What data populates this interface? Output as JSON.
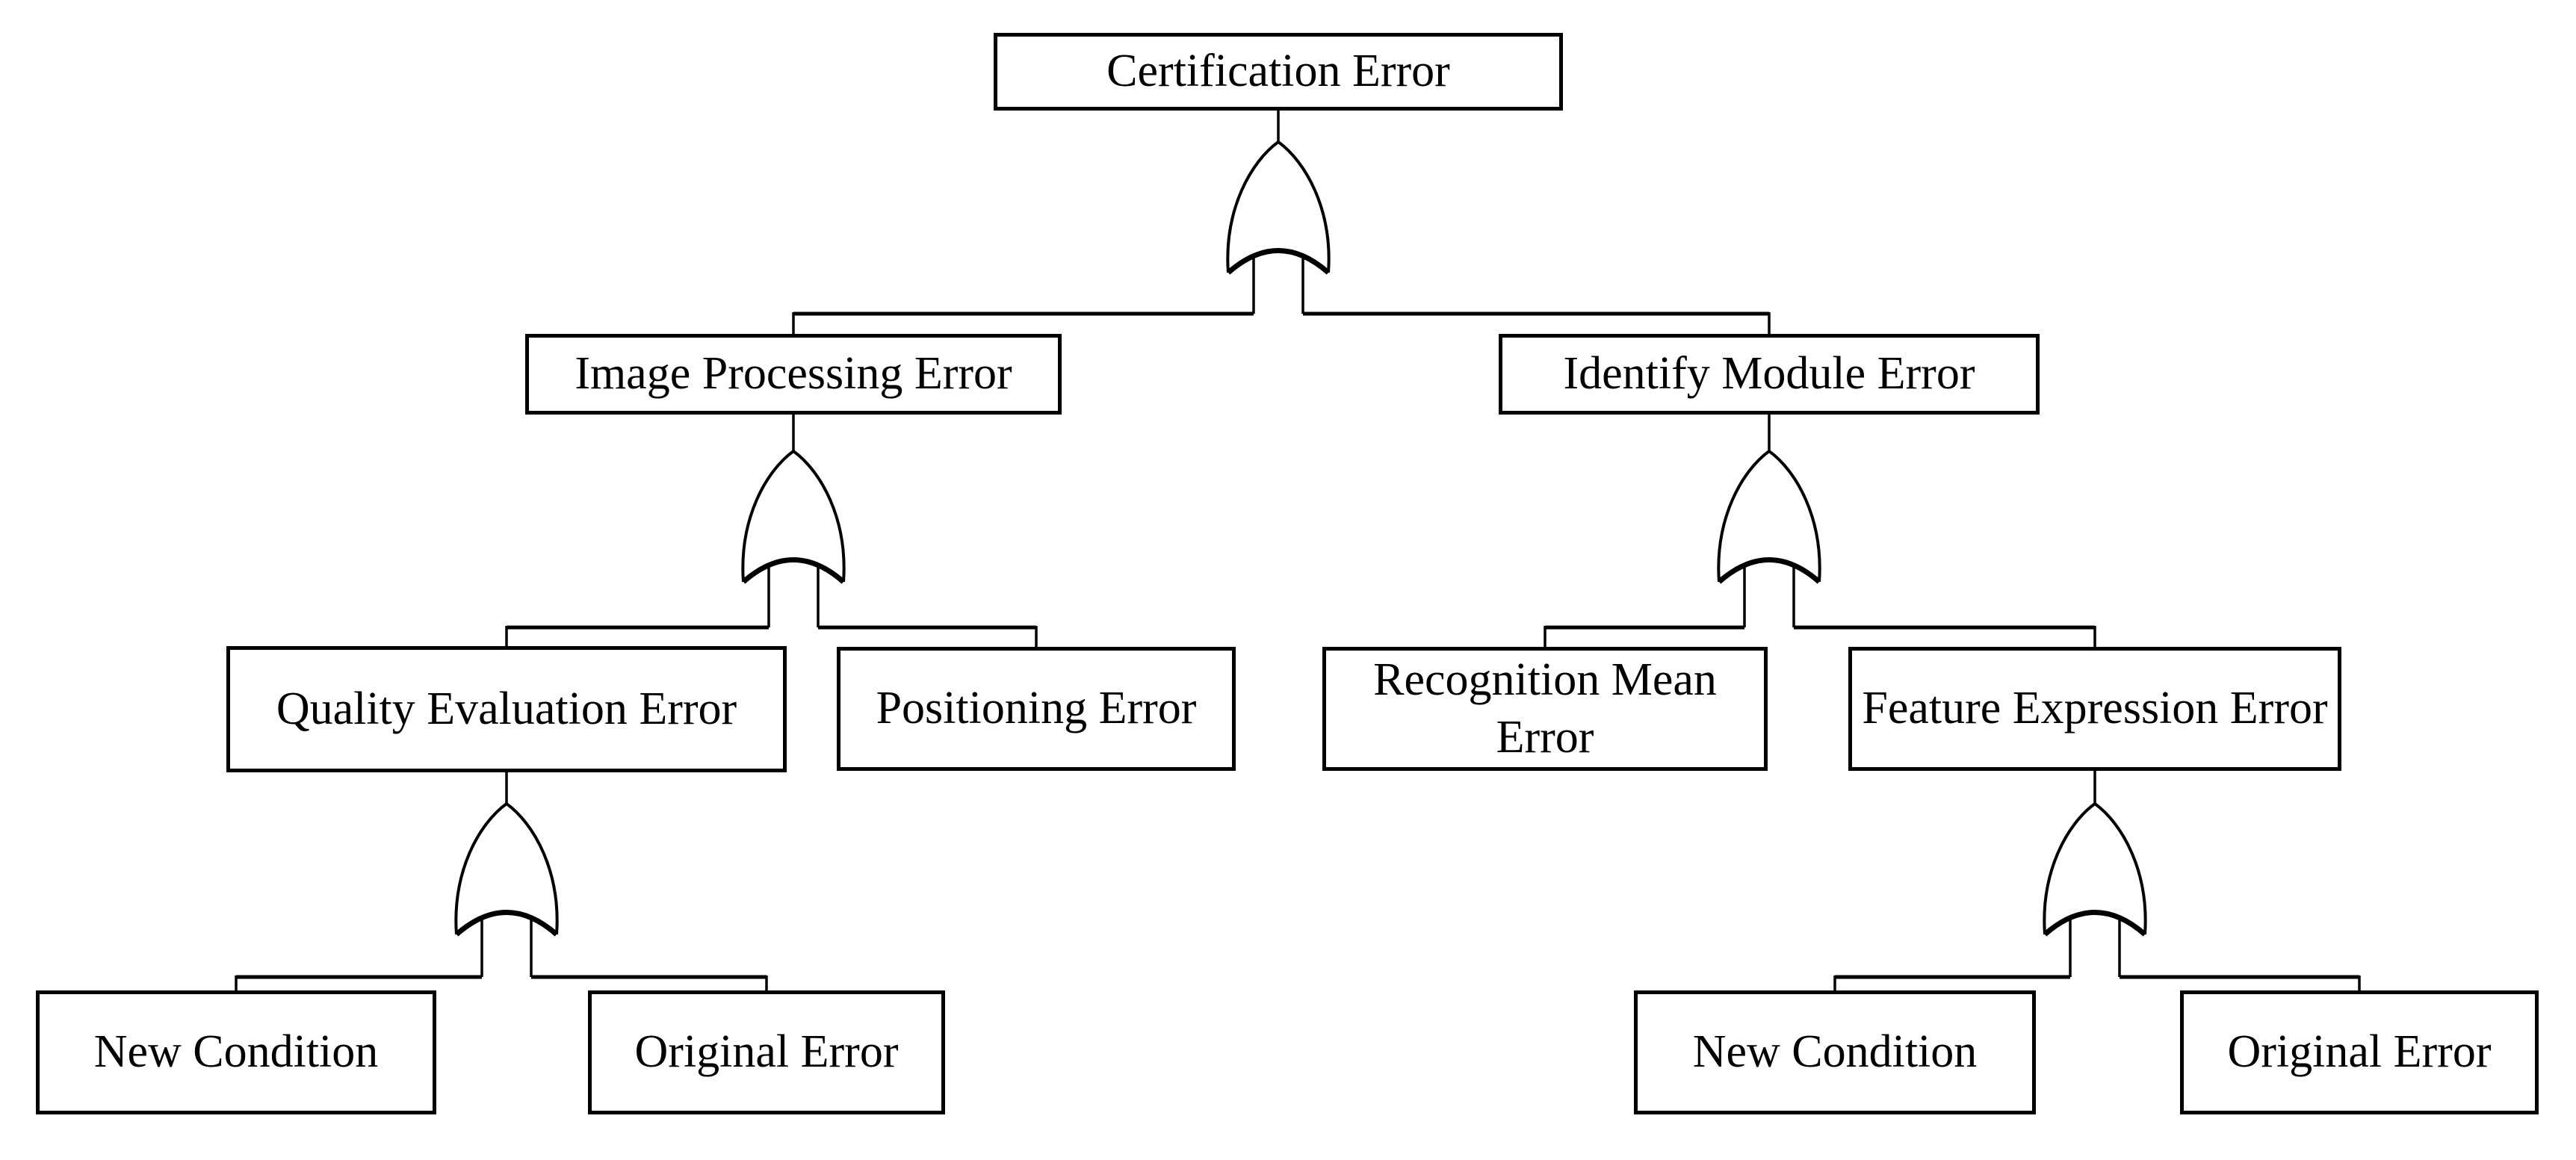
{
  "diagram": {
    "type": "fault-tree",
    "background_color": "#ffffff",
    "line_color": "#000000",
    "gate_symbol": "or-gate",
    "nodes": {
      "certification": {
        "label": "Certification Error"
      },
      "image_processing": {
        "label": "Image Processing Error"
      },
      "identify_module": {
        "label": "Identify Module Error"
      },
      "quality_evaluation": {
        "label": "Quality Evaluation Error"
      },
      "positioning": {
        "label": "Positioning Error"
      },
      "recognition_mean": {
        "label": "Recognition Mean\nError"
      },
      "feature_expression": {
        "label": "Feature Expression Error"
      },
      "new_condition_left": {
        "label": "New Condition"
      },
      "original_error_left": {
        "label": "Original Error"
      },
      "new_condition_right": {
        "label": "New Condition"
      },
      "original_error_right": {
        "label": "Original Error"
      }
    },
    "structure": [
      {
        "parent": "certification",
        "gate": "OR",
        "children": [
          "image_processing",
          "identify_module"
        ]
      },
      {
        "parent": "image_processing",
        "gate": "OR",
        "children": [
          "quality_evaluation",
          "positioning"
        ]
      },
      {
        "parent": "identify_module",
        "gate": "OR",
        "children": [
          "recognition_mean",
          "feature_expression"
        ]
      },
      {
        "parent": "quality_evaluation",
        "gate": "OR",
        "children": [
          "new_condition_left",
          "original_error_left"
        ]
      },
      {
        "parent": "feature_expression",
        "gate": "OR",
        "children": [
          "new_condition_right",
          "original_error_right"
        ]
      }
    ]
  }
}
